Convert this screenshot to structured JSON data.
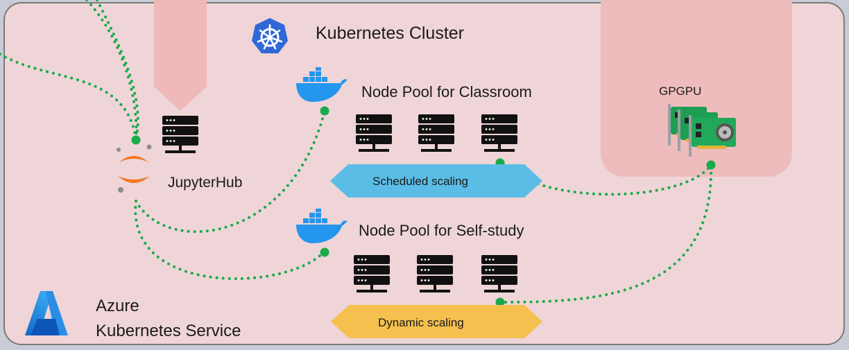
{
  "cluster": {
    "title": "Kubernetes Cluster",
    "icon": "kubernetes-helm-icon",
    "color": "#3065d8"
  },
  "service": {
    "line1": "Azure",
    "line2": "Kubernetes Service",
    "icon": "azure-aks-icon"
  },
  "hub": {
    "label": "JupyterHub",
    "icon": "jupyter-icon"
  },
  "gpu": {
    "label": "GPGPU",
    "icon": "gpu-card-icon"
  },
  "node_pools": [
    {
      "title": "Node Pool for Classroom",
      "scaling": "Scheduled scaling",
      "scaling_color": "#5bbde6",
      "servers": 3
    },
    {
      "title": "Node Pool for Self-study",
      "scaling": "Dynamic scaling",
      "scaling_color": "#f5c04e",
      "servers": 3
    }
  ],
  "connector_color": "#1aaa4b",
  "background_color": "#efd5d7",
  "gpu_zone_color": "#efbcbd"
}
